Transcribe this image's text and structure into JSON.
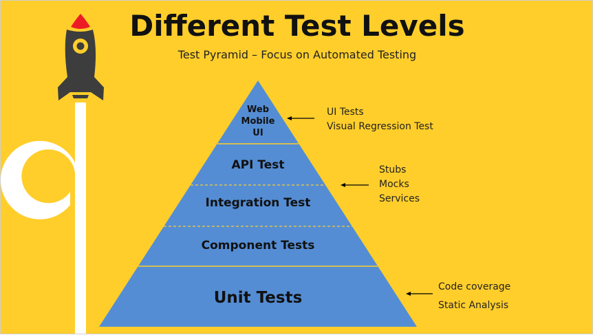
{
  "title": "Different Test Levels",
  "subtitle": "Test Pyramid – Focus on Automated Testing",
  "colors": {
    "background": "#FFCE2B",
    "pyramid": "#548DD4",
    "rocket": "#3D3D3D",
    "rocket_tip": "#ED1C24"
  },
  "pyramid": {
    "top": [
      "Web",
      "Mobile",
      "UI"
    ],
    "api": "API Test",
    "integration": "Integration Test",
    "component": "Component Tests",
    "unit": "Unit Tests"
  },
  "notes": {
    "ui": [
      "UI Tests",
      "Visual Regression Test"
    ],
    "service": [
      "Stubs",
      "Mocks",
      "Services"
    ],
    "unit": [
      "Code coverage",
      "Static Analysis"
    ]
  }
}
